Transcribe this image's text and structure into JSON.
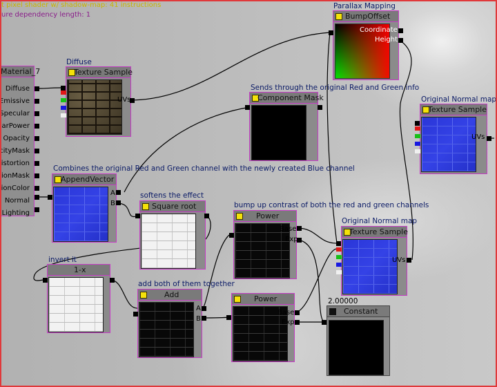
{
  "stats": {
    "line1": "t pixel shader w/ shadow-map: 41 instructions",
    "line2": "ure dependency length: 1"
  },
  "comments": {
    "diffuse": "Diffuse",
    "parallax": "Parallax Mapping",
    "sends": "Sends through the original Red and Green info",
    "orig_normal_top": "Original Normal map",
    "combines": "Combines the original Red and Green channel with the newly created Blue channel",
    "softens": "softens the effect",
    "bump": "bump up contrast of both the red and green channels",
    "orig_normal_mid": "Original Normal map",
    "invert": "invert it",
    "add_both": "add both of them together",
    "constant_value": "2.00000"
  },
  "material": {
    "title": "Material_7",
    "inputs": [
      "Diffuse",
      "Emissive",
      "Specular",
      "cularPower",
      "Opacity",
      "acityMask",
      "Distortion",
      "issionMask",
      "issionColor",
      "Normal",
      "omLighting"
    ]
  },
  "nodes": {
    "texture_sample_diffuse": {
      "title": "Texture Sample",
      "out": "UVs"
    },
    "bump_offset": {
      "title": "BumpOffset",
      "in1": "Coordinate",
      "in2": "Height"
    },
    "component_mask": {
      "title": "Component Mask"
    },
    "texture_sample_normal_top": {
      "title": "Texture Sample",
      "out": "UVs"
    },
    "append_vector": {
      "title": "AppendVector",
      "in_a": "A",
      "in_b": "B"
    },
    "square_root": {
      "title": "Square root"
    },
    "power_top": {
      "title": "Power",
      "in_base": "Base",
      "in_exp": "Exp"
    },
    "texture_sample_normal_mid": {
      "title": "Texture Sample",
      "out": "UVs"
    },
    "one_minus": {
      "title": "1-x"
    },
    "add": {
      "title": "Add",
      "in_a": "A",
      "in_b": "B"
    },
    "power_bottom": {
      "title": "Power",
      "in_base": "Base",
      "in_exp": "Exp"
    },
    "constant": {
      "title": "Constant"
    }
  },
  "colors": {
    "channel_red": "#e01818",
    "channel_green": "#18c018",
    "channel_blue": "#1818e0",
    "channel_alpha": "#f0f0f0",
    "node_border": "#c63cc6",
    "frame": "#e0383a"
  }
}
